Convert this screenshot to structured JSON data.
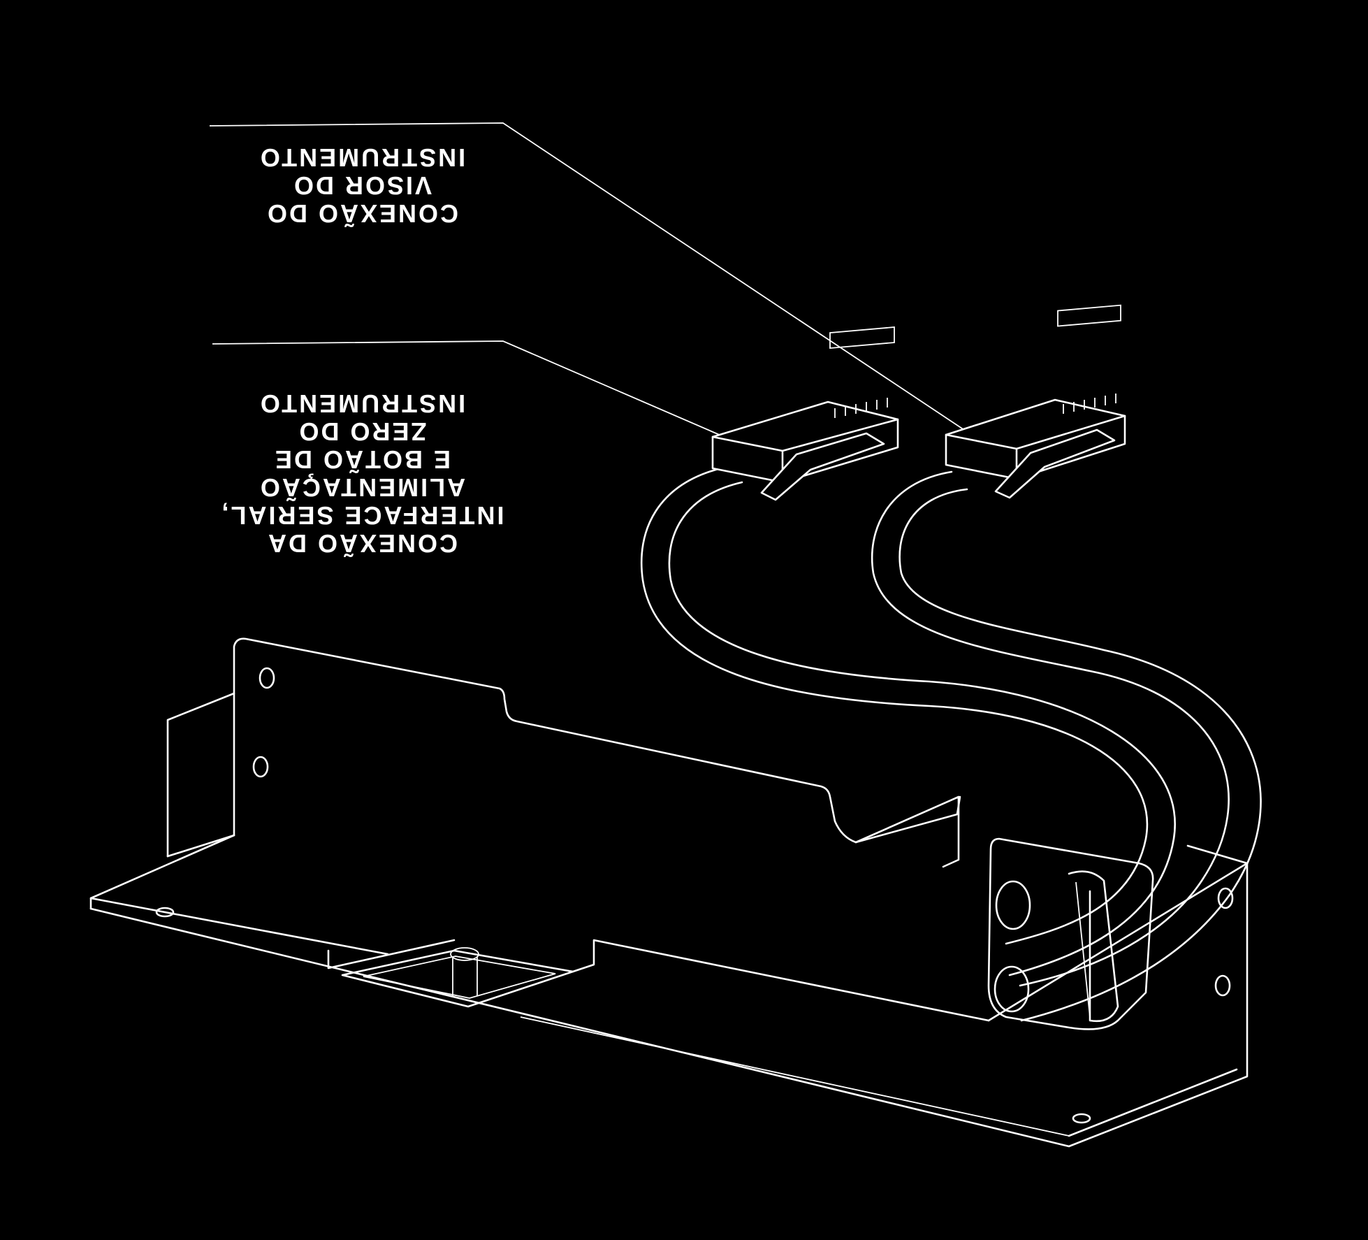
{
  "labels": {
    "display_connection": [
      "CONEXÃO DO",
      "VISOR DO",
      "INSTRUMENTO"
    ],
    "serial_connection": [
      "CONEXÃO DA",
      "INTERFACE SERIAL,",
      "ALIMENTAÇÃO",
      "E BOTÃO DE",
      "ZERO DO",
      "INSTRUMENTO"
    ]
  },
  "colors": {
    "background": "#000000",
    "line": "#ffffff"
  }
}
